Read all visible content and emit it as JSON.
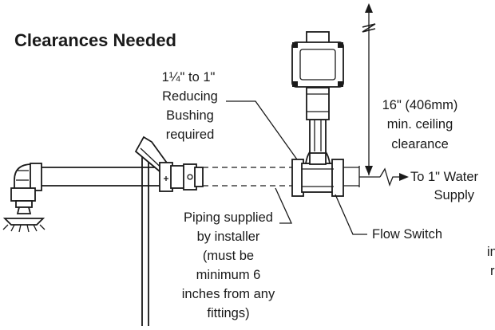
{
  "title": "Clearances Needed",
  "labels": {
    "bushing": [
      "1¼\" to 1\"",
      "Reducing",
      "Bushing",
      "required"
    ],
    "ceiling": [
      "16\" (406mm)",
      "min. ceiling",
      "clearance"
    ],
    "water_supply": [
      "To 1\" Water",
      "Supply"
    ],
    "flow_switch": "Flow Switch",
    "piping": [
      "Piping supplied",
      "by installer",
      "(must be",
      "minimum 6",
      "inches from any",
      "fittings)"
    ],
    "cutoff": [
      "in",
      "r"
    ]
  }
}
